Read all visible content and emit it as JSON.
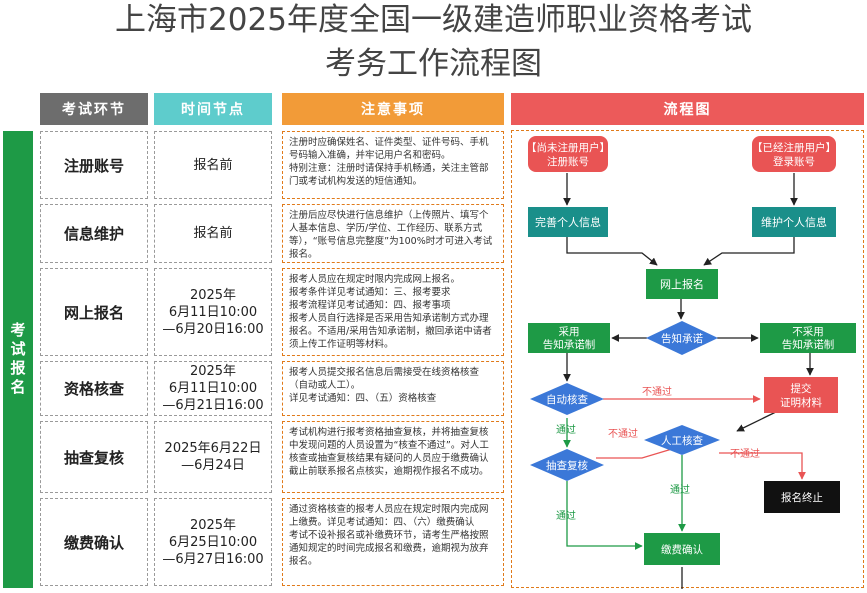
{
  "title": {
    "line1": "上海市2025年度全国一级建造师职业资格考试",
    "line2": "考务工作流程图"
  },
  "headers": {
    "stage": "考试环节",
    "time": "时间节点",
    "notes": "注意事项",
    "flow": "流程图"
  },
  "colors": {
    "stage_header": "#6d6d6d",
    "time_header": "#5ecccc",
    "notes_header": "#f29b38",
    "flow_header": "#ec5a5a",
    "green": "#1e9a46",
    "teal": "#1a8f8a",
    "blue": "#3b78d8",
    "red": "#e95454",
    "black": "#111111"
  },
  "side_label": "考试报名",
  "rows": [
    {
      "stage": "注册账号",
      "time": "报名前",
      "note": "注册时应确保姓名、证件类型、证件号码、手机号码输入准确，并牢记用户名和密码。\n特别注意：注册时请保持手机畅通，关注主管部门或考试机构发送的短信通知。"
    },
    {
      "stage": "信息维护",
      "time": "报名前",
      "note": "注册后应尽快进行信息维护（上传照片、填写个人基本信息、学历/学位、工作经历、联系方式等），“账号信息完整度”为100%时才可进入考试报名。"
    },
    {
      "stage": "网上报名",
      "time": "2025年\n6月11日10:00\n—6月20日16:00",
      "note": "报考人员应在规定时限内完成网上报名。\n报考条件详见考试通知：三、报考要求\n报考流程详见考试通知：四、报考事项\n报考人员自行选择是否采用告知承诺制方式办理报名。不适用/采用告知承诺制，撤回承诺中请者须上传工作证明等材料。"
    },
    {
      "stage": "资格核查",
      "time": "2025年\n6月11日10:00\n—6月21日16:00",
      "note": "报考人员提交报名信息后需接受在线资格核查（自动或人工）。\n详见考试通知：四、（五）资格核查"
    },
    {
      "stage": "抽查复核",
      "time": "2025年6月22日\n—6月24日",
      "note": "考试机构进行报考资格抽查复核，并将抽查复核中发现问题的人员设置为“核查不通过”。对人工核查或抽查复核结果有疑问的人员应于缴费确认截止前联系报名点核实，逾期视作报名不成功。"
    },
    {
      "stage": "缴费确认",
      "time": "2025年\n6月25日10:00\n—6月27日16:00",
      "note": "通过资格核查的报考人员应在规定时限内完成网上缴费。详见考试通知：四、（六）缴费确认\n考试不设补报名或补缴费环节，请考生严格按照通知规定的时间完成报名和缴费，逾期视为放弃报名。"
    }
  ],
  "flow": {
    "unregistered": [
      "【尚未注册用户】",
      "注册账号"
    ],
    "registered": [
      "【已经注册用户】",
      "登录账号"
    ],
    "complete_info": "完善个人信息",
    "maintain_info": "维护个人信息",
    "online_signup": "网上报名",
    "adopt": [
      "采用",
      "告知承诺制"
    ],
    "pledge": "告知承诺",
    "not_adopt": [
      "不采用",
      "告知承诺制"
    ],
    "auto_check": "自动核查",
    "submit": [
      "提交",
      "证明材料"
    ],
    "manual_check": "人工核查",
    "spot_check": "抽查复核",
    "terminate": "报名终止",
    "payment": "缴费确认",
    "pass": "通过",
    "fail": "不通过"
  }
}
